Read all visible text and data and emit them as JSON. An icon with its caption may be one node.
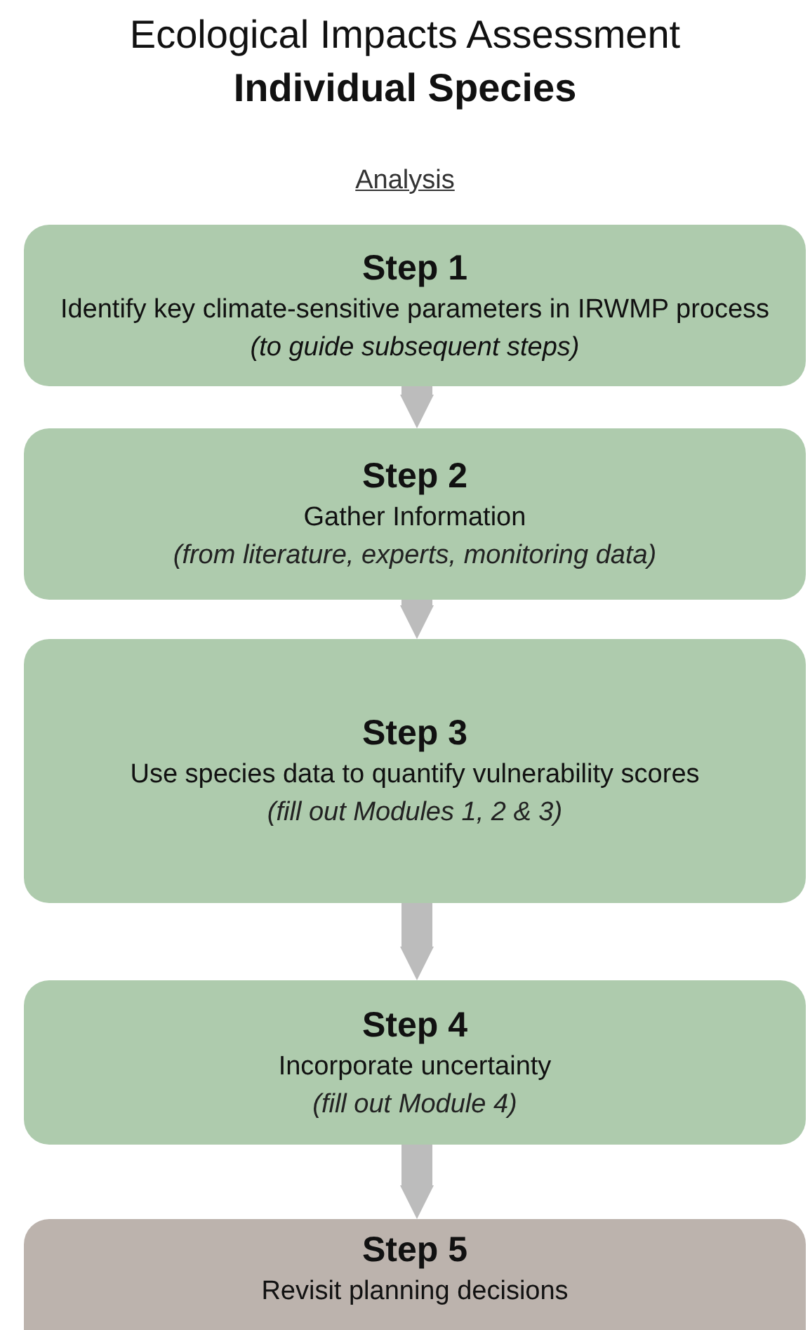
{
  "diagram": {
    "title": "Ecological Impacts Assessment",
    "nodes": [
      {
        "text": [
          "Step 1",
          "Identify key climate-sensitive parameters in IRWMP process *(to guide subsequent steps)*"
        ]
      },
      {
        "text": [
          "Step 2",
          "Gather Information",
          "(from literature, experts, monitoring data)"
        ]
      },
      {
        "text": [
          "Step 3",
          "Use species data to quantify vulnerability scores",
          "(fill out Modules 1, 2 & 3)"
        ]
      },
      {
        "text": [
          "Step 4",
          "Incorporate uncertainty",
          "(fill out Module 4)"
        ]
      },
      {
        "text": [
          "Step 5",
          "Revisit planning decisions"
        ]
      }
    ],
    "edges": [
      {
        "from": 0,
        "to": 1,
        "arrow": "to"
      },
      {
        "from": 1,
        "to": 2,
        "arrow": "to"
      },
      {
        "from": 2,
        "to": 3,
        "arrow": "to"
      },
      {
        "from": 3,
        "to": 4,
        "arrow": "to"
      }
    ],
    "labels": [
      "Individual Species",
      "Analysis"
    ]
  }
}
